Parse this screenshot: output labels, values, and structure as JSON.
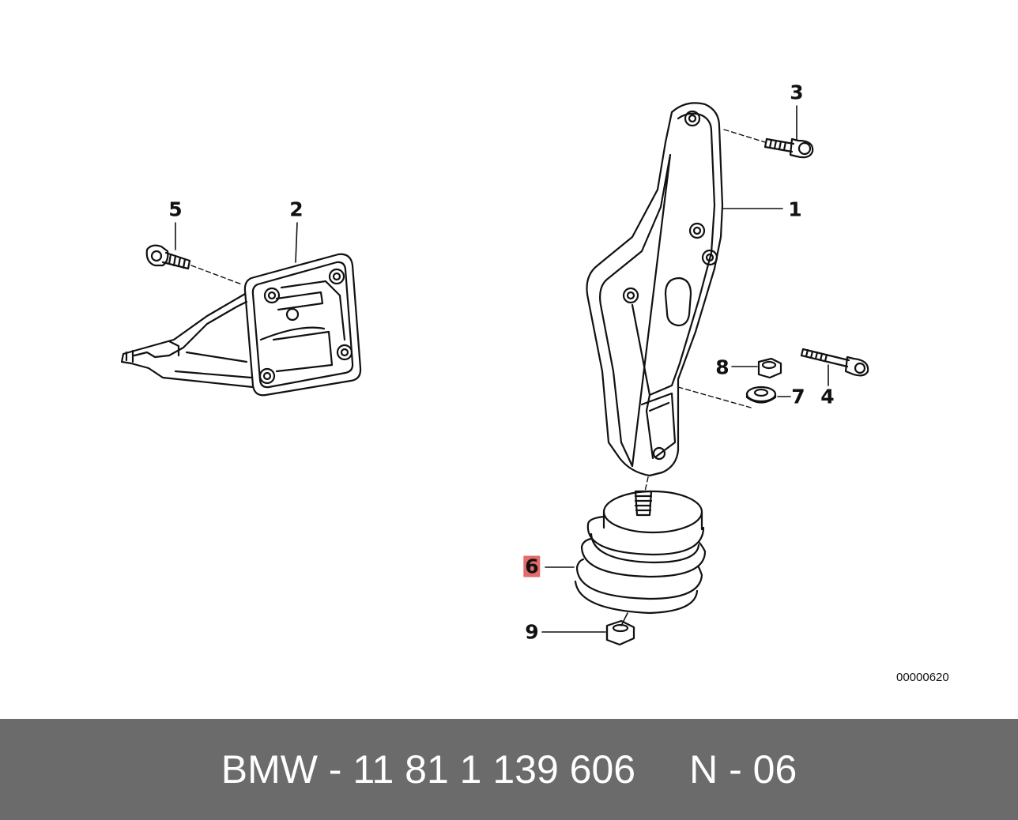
{
  "callouts": {
    "c1": "1",
    "c2": "2",
    "c3": "3",
    "c4": "4",
    "c5": "5",
    "c6": "6",
    "c7": "7",
    "c8": "8",
    "c9": "9"
  },
  "highlight_color": "#e36b6b",
  "reference_code": "00000620",
  "footer": {
    "part_number": "BMW - 11 81 1 139 606",
    "position": "N - 06",
    "background": "#6b6b6b"
  }
}
